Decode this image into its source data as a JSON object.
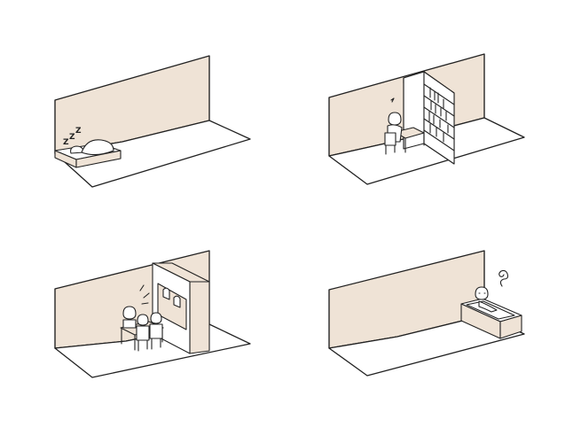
{
  "panels": [
    {
      "activity": "sleeping",
      "glyph": "Z"
    },
    {
      "activity": "reading",
      "glyph": ""
    },
    {
      "activity": "meeting",
      "glyph": ""
    },
    {
      "activity": "bathing",
      "glyph": ""
    }
  ],
  "colors": {
    "wall": "#efe3d6",
    "ink": "#222222",
    "floor": "#ffffff"
  }
}
